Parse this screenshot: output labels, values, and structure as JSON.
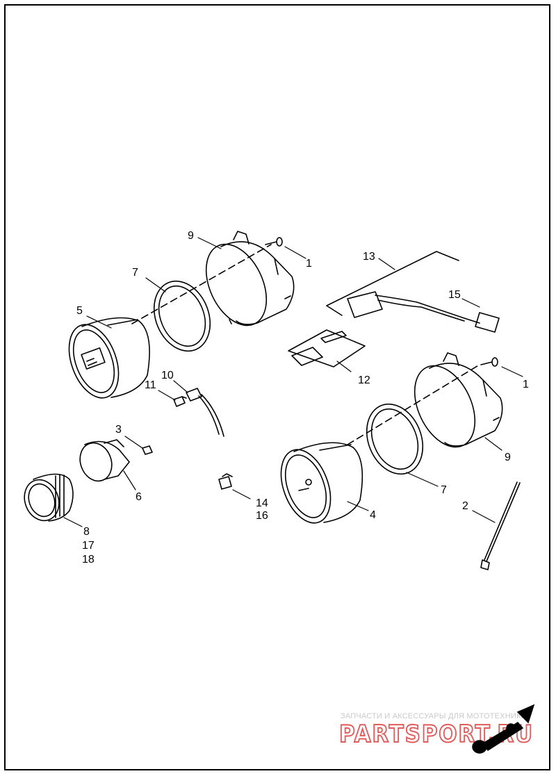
{
  "callouts": [
    "1",
    "1",
    "2",
    "3",
    "4",
    "5",
    "6",
    "7",
    "7",
    "8",
    "9",
    "9",
    "10",
    "11",
    "12",
    "13",
    "14",
    "15",
    "16",
    "17",
    "18"
  ],
  "watermark": {
    "tagline": "ЗАПЧАСТИ И АКСЕССУАРЫ ДЛЯ МОТОТЕХНИКИ",
    "brand": "PARTSPORT.RU",
    "color": "#e25b5b"
  },
  "colors": {
    "line": "#000000",
    "background": "#ffffff"
  }
}
